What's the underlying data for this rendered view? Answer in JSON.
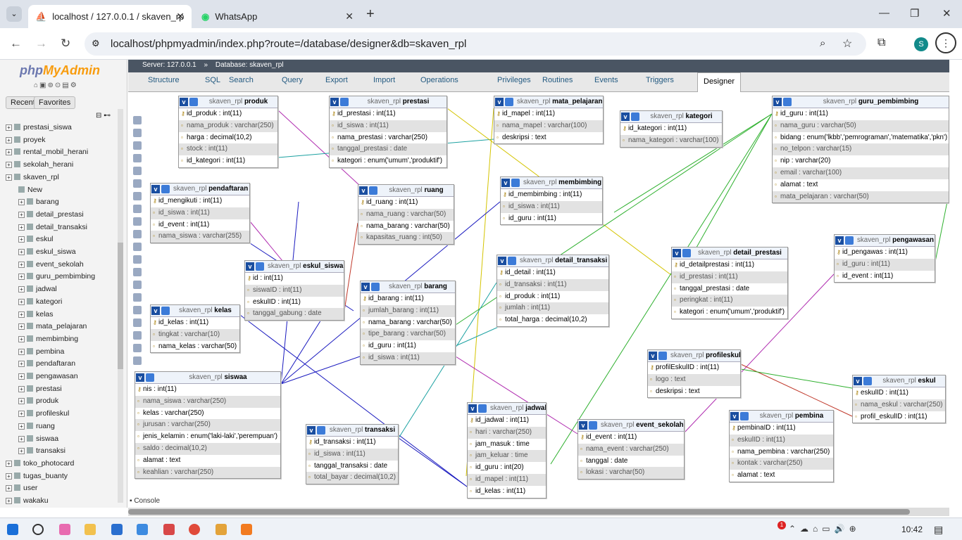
{
  "browser": {
    "tabs": [
      {
        "title": "localhost / 127.0.0.1 / skaven_rp",
        "icon": "phpmyadmin-icon"
      },
      {
        "title": "WhatsApp",
        "icon": "whatsapp-icon"
      }
    ],
    "url": "localhost/phpmyadmin/index.php?route=/database/designer&db=skaven_rpl",
    "profile": "S"
  },
  "sidebar": {
    "logo": {
      "php": "php",
      "mya": "MyAdmin"
    },
    "recent": "Recent",
    "favorites": "Favorites",
    "tree": [
      {
        "label": "prestasi_siswa",
        "depth": 0
      },
      {
        "label": "proyek",
        "depth": 0
      },
      {
        "label": "rental_mobil_herani",
        "depth": 0
      },
      {
        "label": "sekolah_herani",
        "depth": 0
      },
      {
        "label": "skaven_rpl",
        "depth": 0
      },
      {
        "label": "New",
        "depth": 1
      },
      {
        "label": "barang",
        "depth": 1
      },
      {
        "label": "detail_prestasi",
        "depth": 1
      },
      {
        "label": "detail_transaksi",
        "depth": 1
      },
      {
        "label": "eskul",
        "depth": 1
      },
      {
        "label": "eskul_siswa",
        "depth": 1
      },
      {
        "label": "event_sekolah",
        "depth": 1
      },
      {
        "label": "guru_pembimbing",
        "depth": 1
      },
      {
        "label": "jadwal",
        "depth": 1
      },
      {
        "label": "kategori",
        "depth": 1
      },
      {
        "label": "kelas",
        "depth": 1
      },
      {
        "label": "mata_pelajaran",
        "depth": 1
      },
      {
        "label": "membimbing",
        "depth": 1
      },
      {
        "label": "pembina",
        "depth": 1
      },
      {
        "label": "pendaftaran",
        "depth": 1
      },
      {
        "label": "pengawasan",
        "depth": 1
      },
      {
        "label": "prestasi",
        "depth": 1
      },
      {
        "label": "produk",
        "depth": 1
      },
      {
        "label": "profileskul",
        "depth": 1
      },
      {
        "label": "ruang",
        "depth": 1
      },
      {
        "label": "siswaa",
        "depth": 1
      },
      {
        "label": "transaksi",
        "depth": 1
      },
      {
        "label": "toko_photocard",
        "depth": 0
      },
      {
        "label": "tugas_buanty",
        "depth": 0
      },
      {
        "label": "user",
        "depth": 0
      },
      {
        "label": "wakaku",
        "depth": 0
      }
    ]
  },
  "breadcrumb": {
    "server": "Server: 127.0.0.1",
    "database": "Database: skaven_rpl"
  },
  "menu": [
    "Structure",
    "SQL",
    "Search",
    "Query",
    "Export",
    "Import",
    "Operations",
    "Privileges",
    "Routines",
    "Events",
    "Triggers",
    "Designer"
  ],
  "console": "Console",
  "db": "skaven_rpl",
  "tables": [
    {
      "name": "produk",
      "cols": [
        [
          "k",
          "id_produk : int(11)"
        ],
        [
          "g",
          "nama_produk : varchar(250)"
        ],
        [
          "",
          "harga : decimal(10,2)"
        ],
        [
          "g",
          "stock : int(11)"
        ],
        [
          "",
          "id_kategori : int(11)"
        ]
      ]
    },
    {
      "name": "prestasi",
      "cols": [
        [
          "k",
          "id_prestasi : int(11)"
        ],
        [
          "g",
          "id_siswa : int(11)"
        ],
        [
          "",
          "nama_prestasi : varchar(250)"
        ],
        [
          "g",
          "tanggal_prestasi : date"
        ],
        [
          "",
          "kategori : enum('umum','produktif')"
        ]
      ]
    },
    {
      "name": "mata_pelajaran",
      "cols": [
        [
          "k",
          "id_mapel : int(11)"
        ],
        [
          "g",
          "nama_mapel : varchar(100)"
        ],
        [
          "",
          "deskripsi : text"
        ]
      ]
    },
    {
      "name": "kategori",
      "cols": [
        [
          "k",
          "id_kategori : int(11)"
        ],
        [
          "g",
          "nama_kategori : varchar(100)"
        ]
      ]
    },
    {
      "name": "guru_pembimbing",
      "cols": [
        [
          "k",
          "id_guru : int(11)"
        ],
        [
          "g",
          "nama_guru : varchar(50)"
        ],
        [
          "",
          "bidang : enum('lkbb','pemrograman','matematika','pkn')"
        ],
        [
          "g",
          "no_telpon : varchar(15)"
        ],
        [
          "",
          "nip : varchar(20)"
        ],
        [
          "g",
          "email : varchar(100)"
        ],
        [
          "",
          "alamat : text"
        ],
        [
          "g",
          "mata_pelajaran : varchar(50)"
        ]
      ]
    },
    {
      "name": "pendaftaran",
      "cols": [
        [
          "k",
          "id_mengikuti : int(11)"
        ],
        [
          "g",
          "id_siswa : int(11)"
        ],
        [
          "",
          "id_event : int(11)"
        ],
        [
          "g",
          "nama_siswa : varchar(255)"
        ]
      ]
    },
    {
      "name": "ruang",
      "cols": [
        [
          "k",
          "id_ruang : int(11)"
        ],
        [
          "g",
          "nama_ruang : varchar(50)"
        ],
        [
          "",
          "nama_barang : varchar(50)"
        ],
        [
          "g",
          "kapasitas_ruang : int(50)"
        ]
      ]
    },
    {
      "name": "membimbing",
      "cols": [
        [
          "k",
          "id_membimbing : int(11)"
        ],
        [
          "g",
          "id_siswa : int(11)"
        ],
        [
          "",
          "id_guru : int(11)"
        ]
      ]
    },
    {
      "name": "eskul_siswa",
      "cols": [
        [
          "k",
          "id : int(11)"
        ],
        [
          "g",
          "siswaID : int(11)"
        ],
        [
          "",
          "eskulID : int(11)"
        ],
        [
          "g",
          "tanggal_gabung : date"
        ]
      ]
    },
    {
      "name": "barang",
      "cols": [
        [
          "k",
          "id_barang : int(11)"
        ],
        [
          "g",
          "jumlah_barang : int(11)"
        ],
        [
          "",
          "nama_barang : varchar(50)"
        ],
        [
          "g",
          "tipe_barang : varchar(50)"
        ],
        [
          "",
          "id_guru : int(11)"
        ],
        [
          "g",
          "id_siswa : int(11)"
        ]
      ]
    },
    {
      "name": "detail_transaksi",
      "cols": [
        [
          "k",
          "id_detail : int(11)"
        ],
        [
          "g",
          "id_transaksi : int(11)"
        ],
        [
          "",
          "id_produk : int(11)"
        ],
        [
          "g",
          "jumlah : int(11)"
        ],
        [
          "",
          "total_harga : decimal(10,2)"
        ]
      ]
    },
    {
      "name": "detail_prestasi",
      "cols": [
        [
          "k",
          "id_detailprestasi : int(11)"
        ],
        [
          "g",
          "id_prestasi : int(11)"
        ],
        [
          "",
          "tanggal_prestasi : date"
        ],
        [
          "g",
          "peringkat : int(11)"
        ],
        [
          "",
          "kategori : enum('umum','produktif')"
        ]
      ]
    },
    {
      "name": "pengawasan",
      "cols": [
        [
          "k",
          "id_pengawas : int(11)"
        ],
        [
          "g",
          "id_guru : int(11)"
        ],
        [
          "",
          "id_event : int(11)"
        ]
      ]
    },
    {
      "name": "kelas",
      "cols": [
        [
          "k",
          "id_kelas : int(11)"
        ],
        [
          "g",
          "tingkat : varchar(10)"
        ],
        [
          "",
          "nama_kelas : varchar(50)"
        ]
      ]
    },
    {
      "name": "profileskul",
      "cols": [
        [
          "k",
          "profilEskulID : int(11)"
        ],
        [
          "g",
          "logo : text"
        ],
        [
          "",
          "deskripsi : text"
        ]
      ]
    },
    {
      "name": "eskul",
      "cols": [
        [
          "k",
          "eskulID : int(11)"
        ],
        [
          "g",
          "nama_eskul : varchar(250)"
        ],
        [
          "",
          "profil_eskulID : int(11)"
        ]
      ]
    },
    {
      "name": "siswaa",
      "cols": [
        [
          "k",
          "nis : int(11)"
        ],
        [
          "g",
          "nama_siswa : varchar(250)"
        ],
        [
          "",
          "kelas : varchar(250)"
        ],
        [
          "g",
          "jurusan : varchar(250)"
        ],
        [
          "",
          "jenis_kelamin : enum('laki-laki','perempuan')"
        ],
        [
          "g",
          "saldo : decimal(10,2)"
        ],
        [
          "",
          "alamat : text"
        ],
        [
          "g",
          "keahlian : varchar(250)"
        ]
      ]
    },
    {
      "name": "jadwal",
      "cols": [
        [
          "k",
          "id_jadwal : int(11)"
        ],
        [
          "g",
          "hari : varchar(250)"
        ],
        [
          "",
          "jam_masuk : time"
        ],
        [
          "g",
          "jam_keluar : time"
        ],
        [
          "",
          "id_guru : int(20)"
        ],
        [
          "g",
          "id_mapel : int(11)"
        ],
        [
          "",
          "id_kelas : int(11)"
        ]
      ]
    },
    {
      "name": "pembina",
      "cols": [
        [
          "k",
          "pembinaID : int(11)"
        ],
        [
          "g",
          "eskulID : int(11)"
        ],
        [
          "",
          "nama_pembina : varchar(250)"
        ],
        [
          "g",
          "kontak : varchar(250)"
        ],
        [
          "",
          "alamat : text"
        ]
      ]
    },
    {
      "name": "transaksi",
      "cols": [
        [
          "k",
          "id_transaksi : int(11)"
        ],
        [
          "g",
          "id_siswa : int(11)"
        ],
        [
          "",
          "tanggal_transaksi : date"
        ],
        [
          "g",
          "total_bayar : decimal(10,2)"
        ]
      ]
    },
    {
      "name": "event_sekolah",
      "cols": [
        [
          "k",
          "id_event : int(11)"
        ],
        [
          "g",
          "nama_event : varchar(250)"
        ],
        [
          "",
          "tanggal : date"
        ],
        [
          "g",
          "lokasi : varchar(50)"
        ]
      ]
    }
  ],
  "taskbar": {
    "time": "10:42",
    "notif_count": "1"
  }
}
